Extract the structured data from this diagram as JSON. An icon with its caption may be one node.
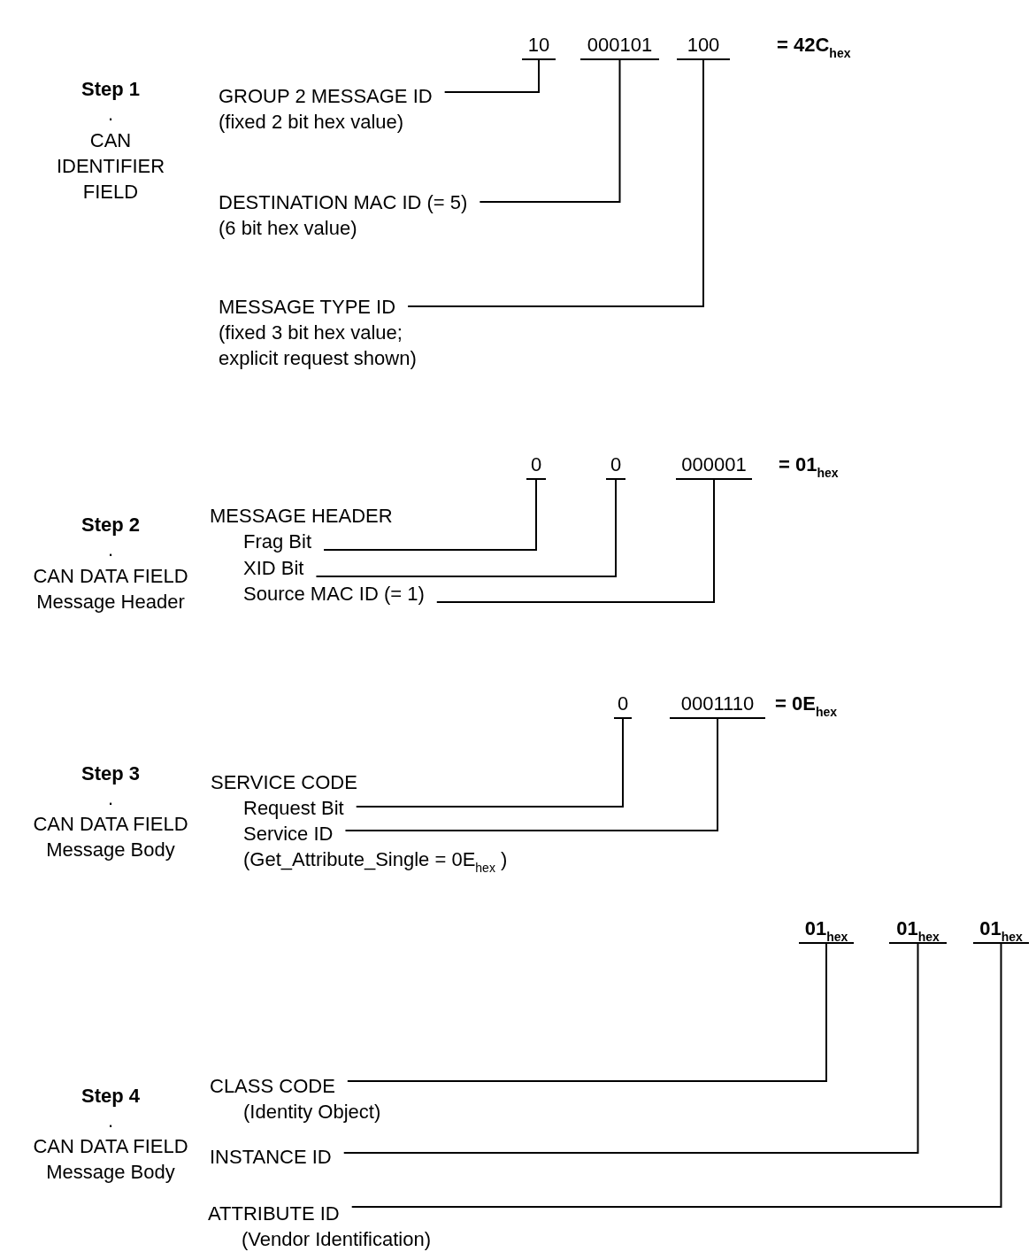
{
  "diagram": {
    "nodes": [
      {
        "text": [
          "10"
        ]
      },
      {
        "text": [
          "000101"
        ]
      },
      {
        "text": [
          "100"
        ]
      },
      {
        "text": [
          "GROUP 2 MESSAGE ID",
          "(fixed 2 bit hex value)"
        ]
      },
      {
        "text": [
          "DESTINATION MAC ID (= 5)",
          "(6 bit hex value)"
        ]
      },
      {
        "text": [
          "MESSAGE TYPE  ID",
          "(fixed 3 bit hex value; explicit request shown)"
        ]
      },
      {
        "text": [
          "0"
        ]
      },
      {
        "text": [
          "0"
        ]
      },
      {
        "text": [
          "000001"
        ]
      },
      {
        "text": [
          "Frag Bit"
        ]
      },
      {
        "text": [
          "XID Bit"
        ]
      },
      {
        "text": [
          "Source MAC ID (= 1)"
        ]
      },
      {
        "text": [
          "0"
        ]
      },
      {
        "text": [
          "0001110"
        ]
      },
      {
        "text": [
          "Request Bit"
        ]
      },
      {
        "text": [
          "Service ID",
          "(Get_Attribute_Single = 0E$_{hex}$ )"
        ]
      },
      {
        "text": [
          "01$_{hex}$"
        ]
      },
      {
        "text": [
          "01$_{hex}$"
        ]
      },
      {
        "text": [
          "01$_{hex}$"
        ]
      },
      {
        "text": [
          "CLASS CODE",
          "(Identity Object)"
        ]
      },
      {
        "text": [
          "INSTANCE ID"
        ]
      },
      {
        "text": [
          "ATTRIBUTE ID",
          "(Vendor Identification)"
        ]
      }
    ],
    "edges": [
      {
        "from": 3,
        "to": 0,
        "arrow": "none"
      },
      {
        "from": 4,
        "to": 1,
        "arrow": "none"
      },
      {
        "from": 5,
        "to": 2,
        "arrow": "none"
      },
      {
        "from": 9,
        "to": 6,
        "arrow": "none"
      },
      {
        "from": 10,
        "to": 7,
        "arrow": "none"
      },
      {
        "from": 11,
        "to": 8,
        "arrow": "none"
      },
      {
        "from": 14,
        "to": 12,
        "arrow": "none"
      },
      {
        "from": 15,
        "to": 13,
        "arrow": "none"
      },
      {
        "from": 19,
        "to": 16,
        "arrow": "none"
      },
      {
        "from": 20,
        "to": 17,
        "arrow": "none"
      },
      {
        "from": 21,
        "to": 18,
        "arrow": "none"
      }
    ],
    "labels": [
      "Step 1",
      ".",
      "CAN IDENTIFIER FIELD",
      "= 42C$_{hex}$",
      "= 01$_{hex}$",
      "Step 2",
      ".",
      "MESSAGE HEADER",
      "CAN DATA FIELD Message Header",
      "= 0E$_{hex}$",
      "Step 3",
      ".",
      "SERVICE CODE",
      "CAN DATA FIELD Message Body",
      "Step 4",
      ".",
      "CAN DATA FIELD Message Body"
    ]
  }
}
